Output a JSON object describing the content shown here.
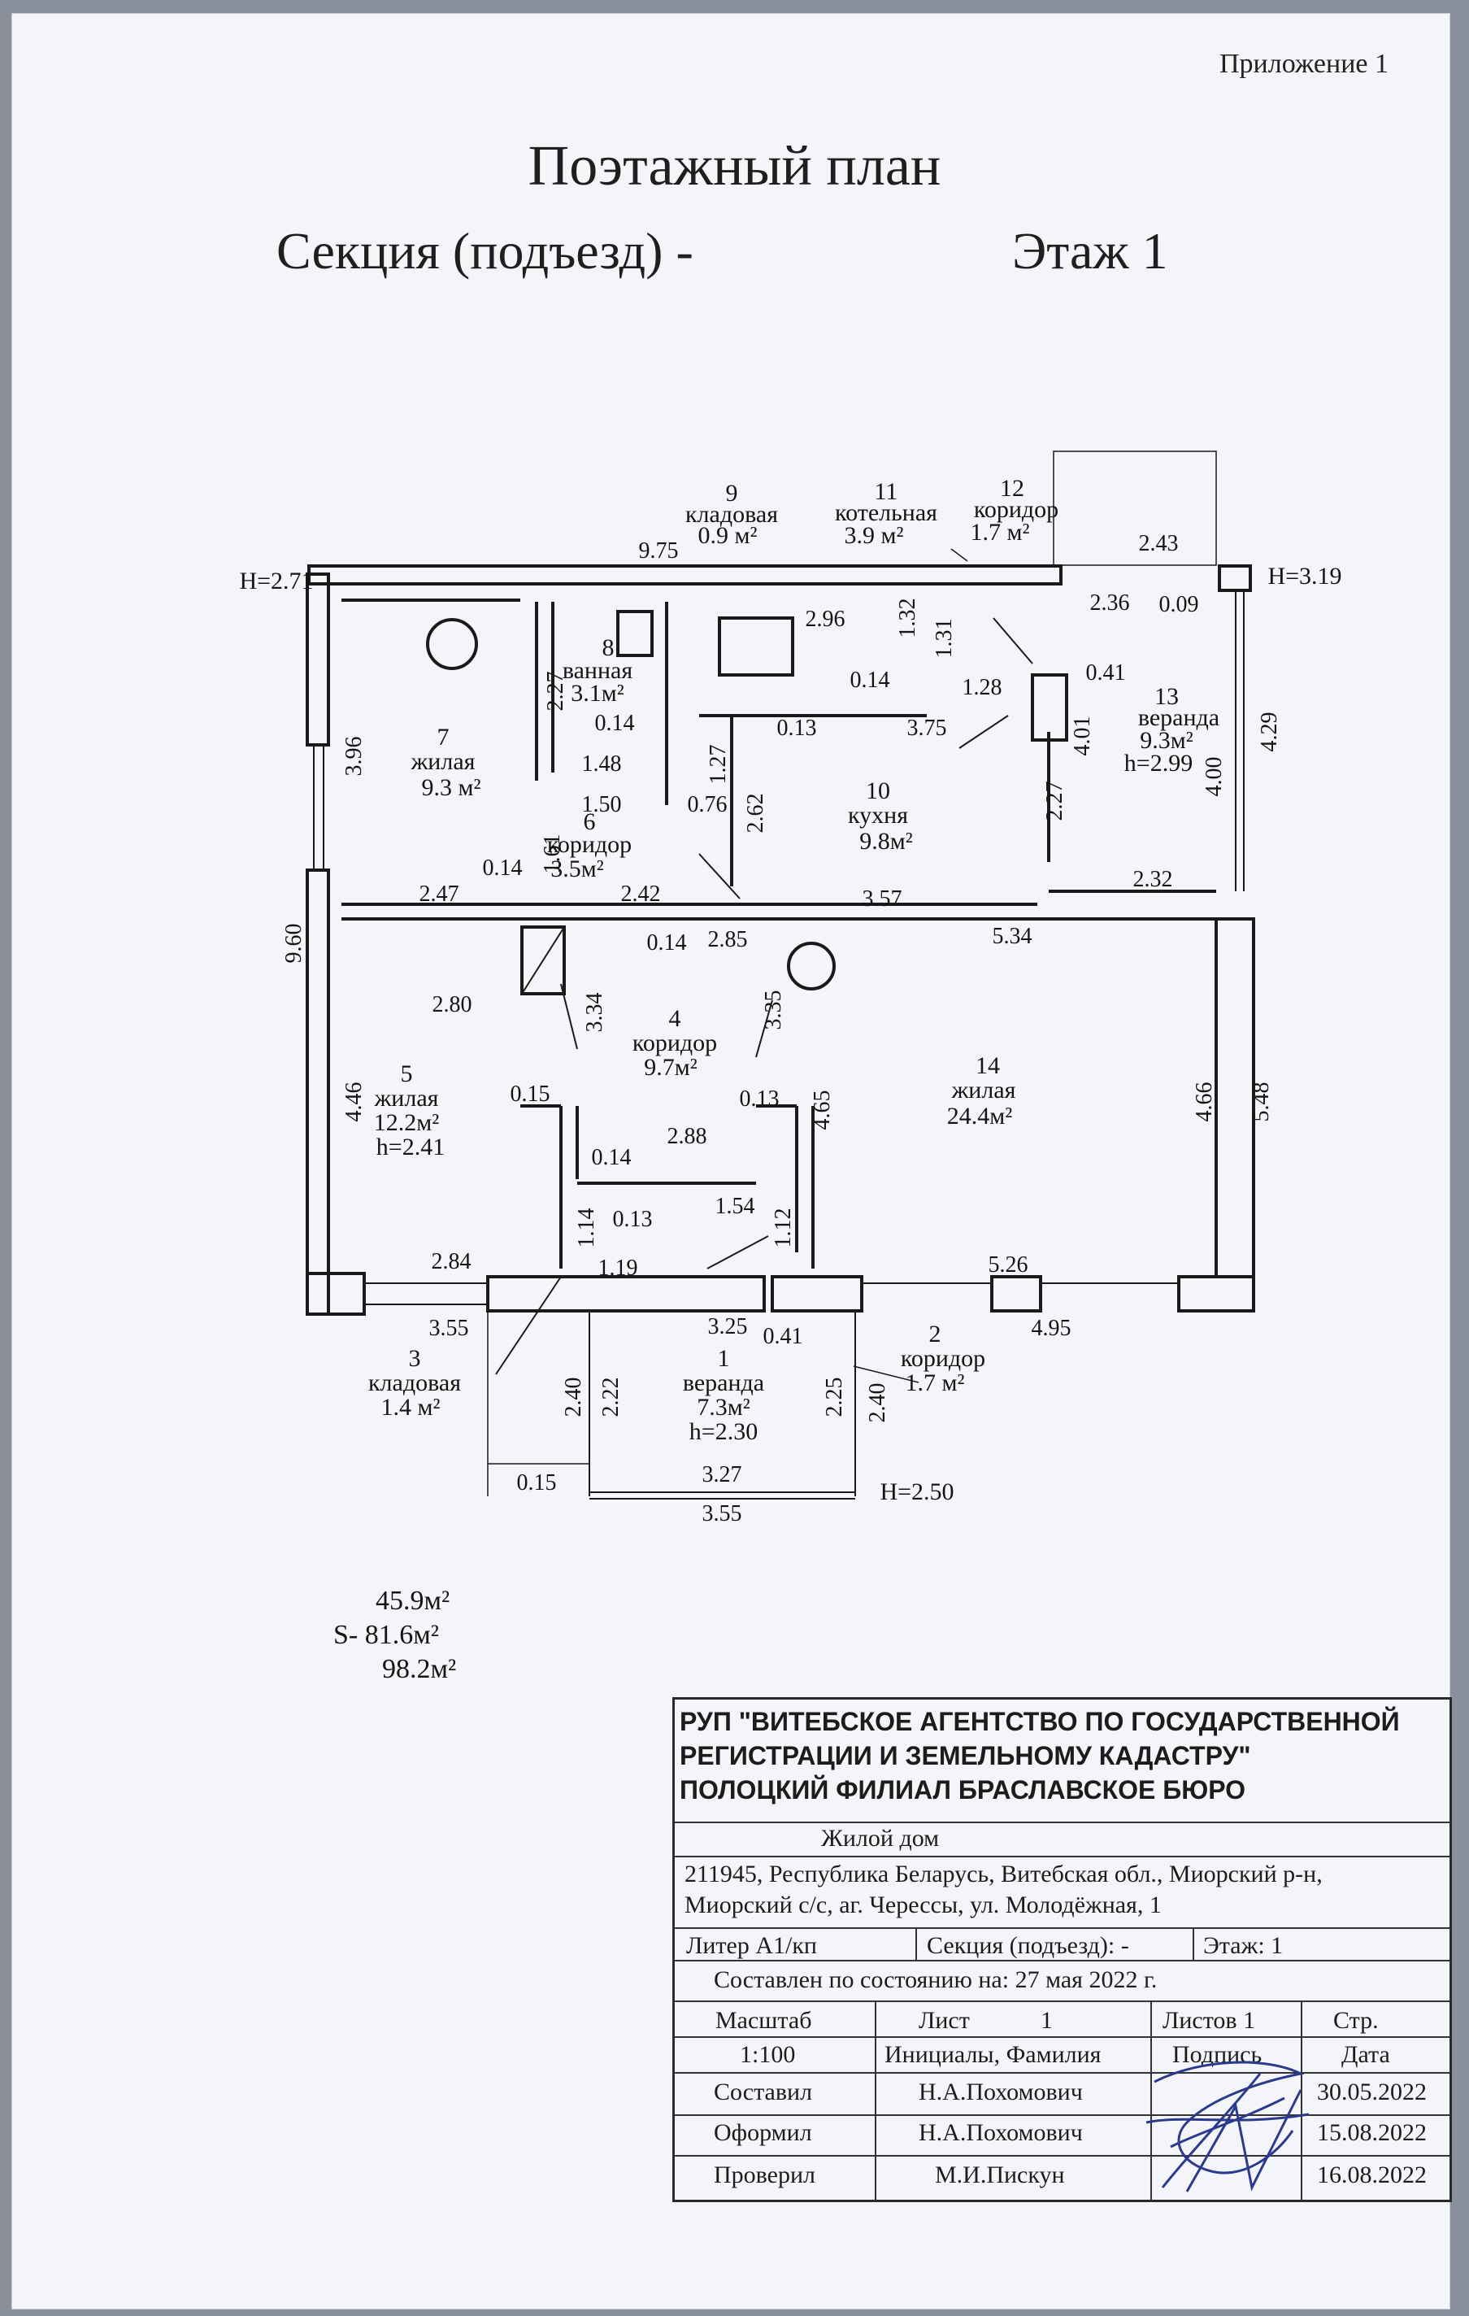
{
  "header": {
    "appendix": "Приложение 1",
    "title": "Поэтажный план",
    "section": "Секция (подъезд) -",
    "floor": "Этаж 1"
  },
  "plan": {
    "heights": {
      "h_left": "H=2.71",
      "h_right": "H=3.19",
      "h_bottom": "H=2.50"
    },
    "rooms": [
      {
        "num": "1",
        "name": "веранда",
        "area": "7.3м²",
        "h": "h=2.30"
      },
      {
        "num": "2",
        "name": "коридор",
        "area": "1.7 м²"
      },
      {
        "num": "3",
        "name": "кладовая",
        "area": "1.4 м²"
      },
      {
        "num": "4",
        "name": "коридор",
        "area": "9.7м²"
      },
      {
        "num": "5",
        "name": "жилая",
        "area": "12.2м²",
        "h": "h=2.41"
      },
      {
        "num": "6",
        "name": "коридор",
        "area": "3.5м²"
      },
      {
        "num": "7",
        "name": "жилая",
        "area": "9.3  м²"
      },
      {
        "num": "8",
        "name": "ванная",
        "area": "3.1м²"
      },
      {
        "num": "9",
        "name": "кладовая",
        "area": "0.9 м²"
      },
      {
        "num": "10",
        "name": "кухня",
        "area": "9.8м²"
      },
      {
        "num": "11",
        "name": "котельная",
        "area": "3.9 м²"
      },
      {
        "num": "12",
        "name": "коридор",
        "area": "1.7 м²"
      },
      {
        "num": "13",
        "name": "веранда",
        "area": "9.3м²",
        "h": "h=2.99"
      },
      {
        "num": "14",
        "name": "жилая",
        "area": "24.4м²"
      }
    ],
    "dims": [
      "9.75",
      "2.43",
      "2.36",
      "0.09",
      "2.96",
      "1.32",
      "1.31",
      "0.14",
      "1.28",
      "0.41",
      "4.01",
      "4.29",
      "4.00",
      "0.13",
      "3.75",
      "2.27",
      "3.96",
      "2.27",
      "0.14",
      "1.48",
      "1.50",
      "1.27",
      "0.76",
      "2.62",
      "1.61",
      "0.14",
      "2.42",
      "2.47",
      "2.85",
      "3.57",
      "0.14",
      "5.34",
      "2.32",
      "9.60",
      "2.80",
      "3.34",
      "3.35",
      "4.46",
      "0.15",
      "0.13",
      "4.65",
      "4.66",
      "5.48",
      "0.14",
      "2.88",
      "1.54",
      "0.13",
      "1.14",
      "1.12",
      "2.84",
      "1.19",
      "5.26",
      "3.55",
      "3.25",
      "0.41",
      "4.95",
      "2.40",
      "2.22",
      "2.25",
      "2.40",
      "0.15",
      "3.27",
      "3.55"
    ]
  },
  "areas": {
    "line1": "45.9м²",
    "line2": "S- 81.6м²",
    "line3": "98.2м²"
  },
  "stamp": {
    "org_line1": "РУП \"ВИТЕБСКОЕ АГЕНТСТВО ПО ГОСУДАРСТВЕННОЙ",
    "org_line2": "РЕГИСТРАЦИИ И ЗЕМЕЛЬНОМУ КАДАСТРУ\"",
    "org_line3": " ПОЛОЦКИЙ ФИЛИАЛ БРАСЛАВСКОЕ БЮРО",
    "object": "Жилой дом",
    "address1": "211945, Республика Беларусь, Витебская обл., Миорский р-н,",
    "address2": "Миорский с/с, аг. Черессы, ул. Молодёжная, 1",
    "liter": "Литер А1/кп",
    "section": "Секция (подъезд): -",
    "floor": "Этаж: 1",
    "state": "Составлен по состоянию на: 27 мая 2022 г.",
    "scale_label": "Масштаб",
    "sheet_label": "Лист",
    "sheet_no": "1",
    "sheets_label": "Листов 1",
    "page_label": "Стр.",
    "scale": "1:100",
    "initials": "Инициалы, Фамилия",
    "signature": "Подпись",
    "date": "Дата",
    "rows": [
      {
        "role": "Составил",
        "name": "Н.А.Похомович",
        "date": "30.05.2022"
      },
      {
        "role": "Оформил",
        "name": "Н.А.Похомович",
        "date": "15.08.2022"
      },
      {
        "role": "Проверил",
        "name": "М.И.Пискун",
        "date": "16.08.2022"
      }
    ]
  }
}
